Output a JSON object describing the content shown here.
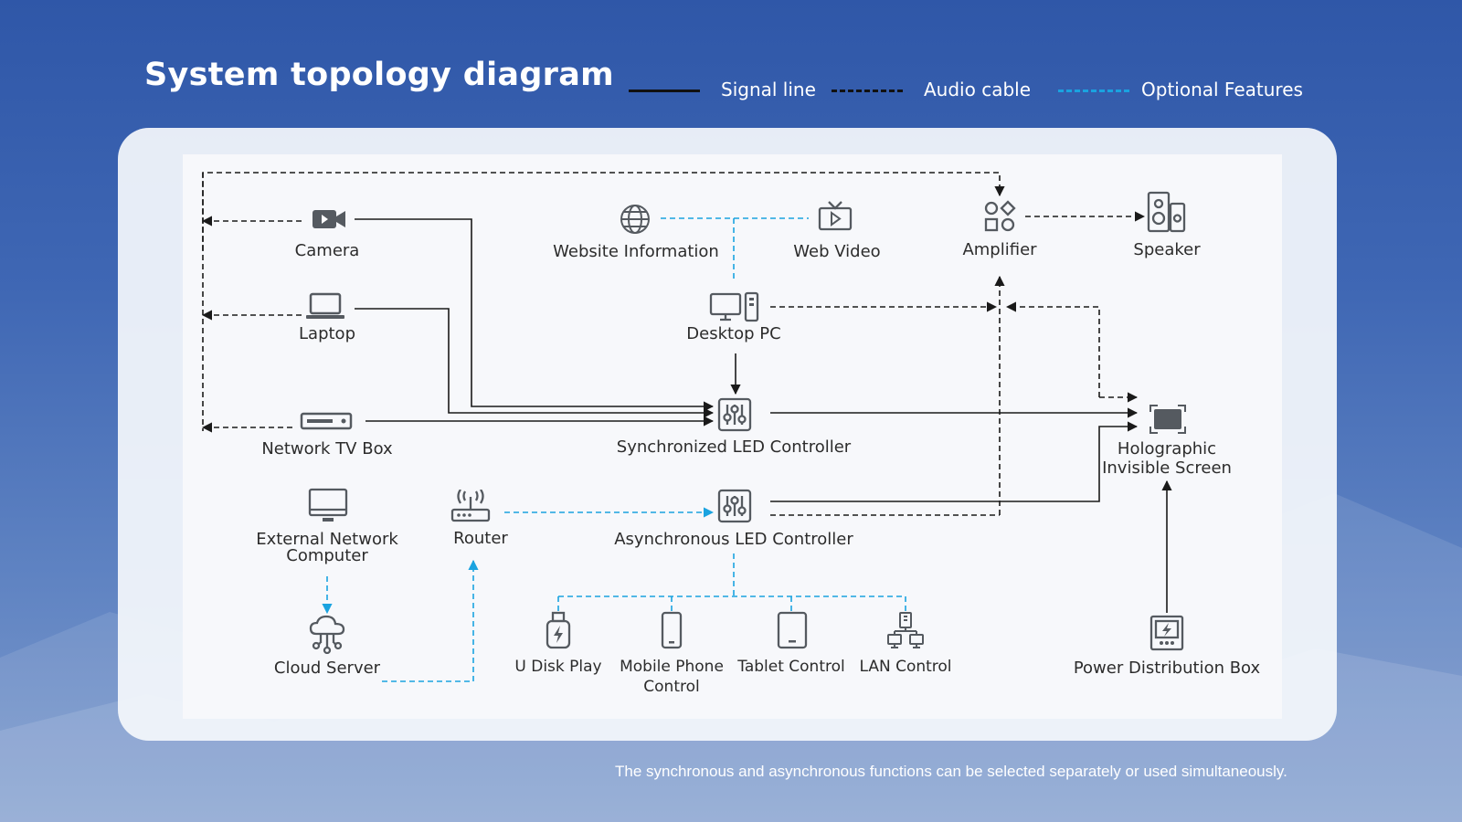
{
  "title": "System topology diagram",
  "legend": {
    "signal_line": "Signal line",
    "audio_cable": "Audio cable",
    "optional_features": "Optional Features"
  },
  "colors": {
    "signal": "#1a1a1a",
    "audio": "#1a1a1a",
    "optional": "#1aa3e0",
    "icon": "#555a60",
    "background_top": "#2f57a8"
  },
  "nodes": {
    "camera": "Camera",
    "laptop": "Laptop",
    "network_tv_box": "Network TV Box",
    "website_information": "Website Information",
    "web_video": "Web Video",
    "amplifier": "Amplifier",
    "speaker": "Speaker",
    "desktop_pc": "Desktop PC",
    "synchronized_led_controller": "Synchronized LED Controller",
    "holographic_screen_line1": "Holographic",
    "holographic_screen_line2": "Invisible Screen",
    "external_computer_line1": "External Network",
    "external_computer_line2": "Computer",
    "router": "Router",
    "asynchronous_led_controller": "Asynchronous LED Controller",
    "cloud_server": "Cloud Server",
    "u_disk_play": "U Disk Play",
    "mobile_phone_line1": "Mobile Phone",
    "mobile_phone_line2": "Control",
    "tablet_control": "Tablet Control",
    "lan_control": "LAN Control",
    "power_distribution_box": "Power Distribution Box"
  },
  "footnote": "The synchronous and asynchronous functions can be selected separately or used simultaneously."
}
